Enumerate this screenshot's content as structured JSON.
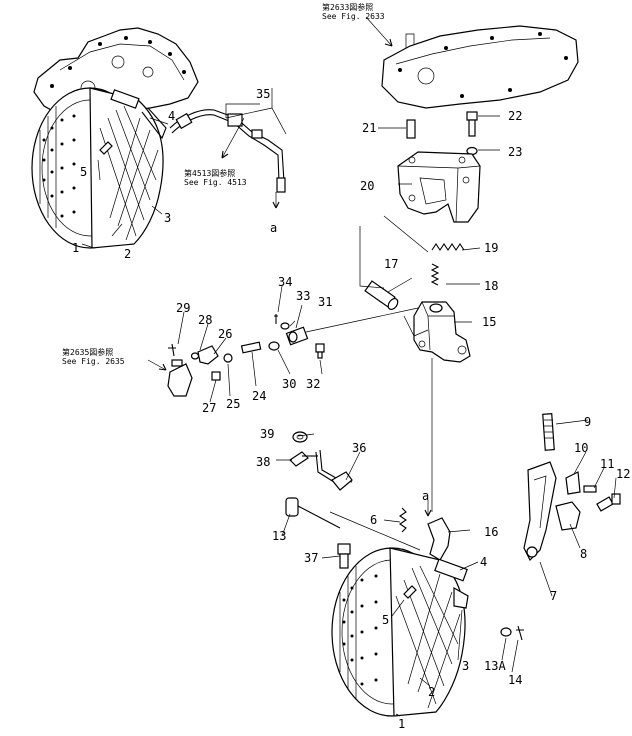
{
  "references": {
    "fig_2633": [
      "第2633図参照",
      "See Fig. 2633"
    ],
    "fig_4513": [
      "第4513図参照",
      "See Fig. 4513"
    ],
    "fig_2635": [
      "第2635図参照",
      "See Fig. 2635"
    ]
  },
  "connector_marks": {
    "a_top": "a",
    "a_bottom": "a"
  },
  "callouts": {
    "c1_top": "1",
    "c2_top": "2",
    "c3_top": "3",
    "c4_top": "4",
    "c5_top": "5",
    "c35": "35",
    "c22": "22",
    "c21": "21",
    "c23": "23",
    "c20": "20",
    "c19": "19",
    "c18": "18",
    "c17": "17",
    "c15": "15",
    "c34": "34",
    "c33": "33",
    "c31": "31",
    "c29": "29",
    "c28": "28",
    "c26": "26",
    "c30": "30",
    "c32": "32",
    "c24": "24",
    "c25": "25",
    "c27": "27",
    "c9": "9",
    "c10": "10",
    "c11": "11",
    "c12": "12",
    "c8": "8",
    "c7": "7",
    "c39": "39",
    "c38": "38",
    "c36": "36",
    "c13": "13",
    "c6": "6",
    "c16": "16",
    "c37": "37",
    "c4_bot": "4",
    "c5_bot": "5",
    "c3_bot": "3",
    "c2_bot": "2",
    "c1_bot": "1",
    "c13A": "13A",
    "c14": "14"
  }
}
